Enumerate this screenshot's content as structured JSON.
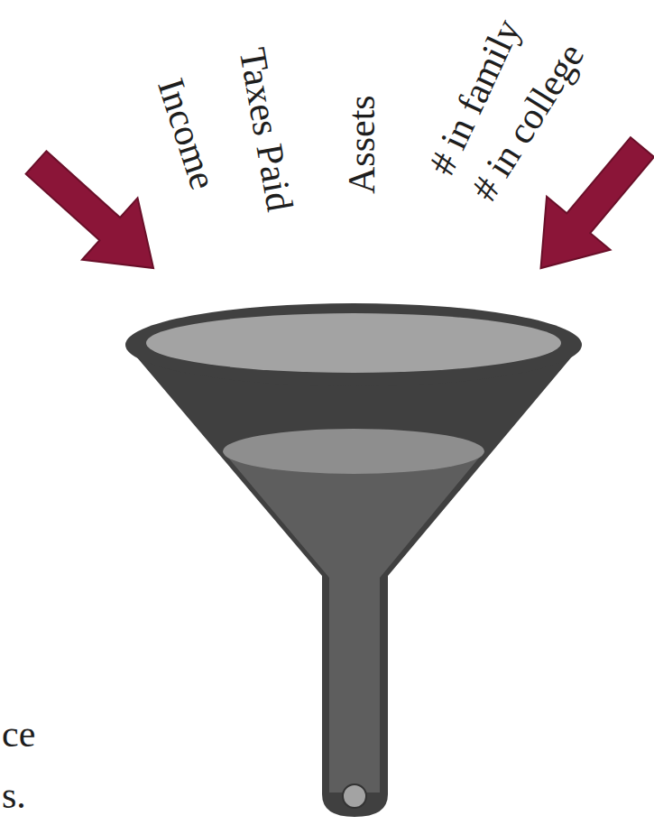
{
  "diagram": {
    "labels": [
      "Income",
      "Taxes Paid",
      "Assets",
      "# in family",
      "# in college",
      "ce",
      "s."
    ]
  }
}
